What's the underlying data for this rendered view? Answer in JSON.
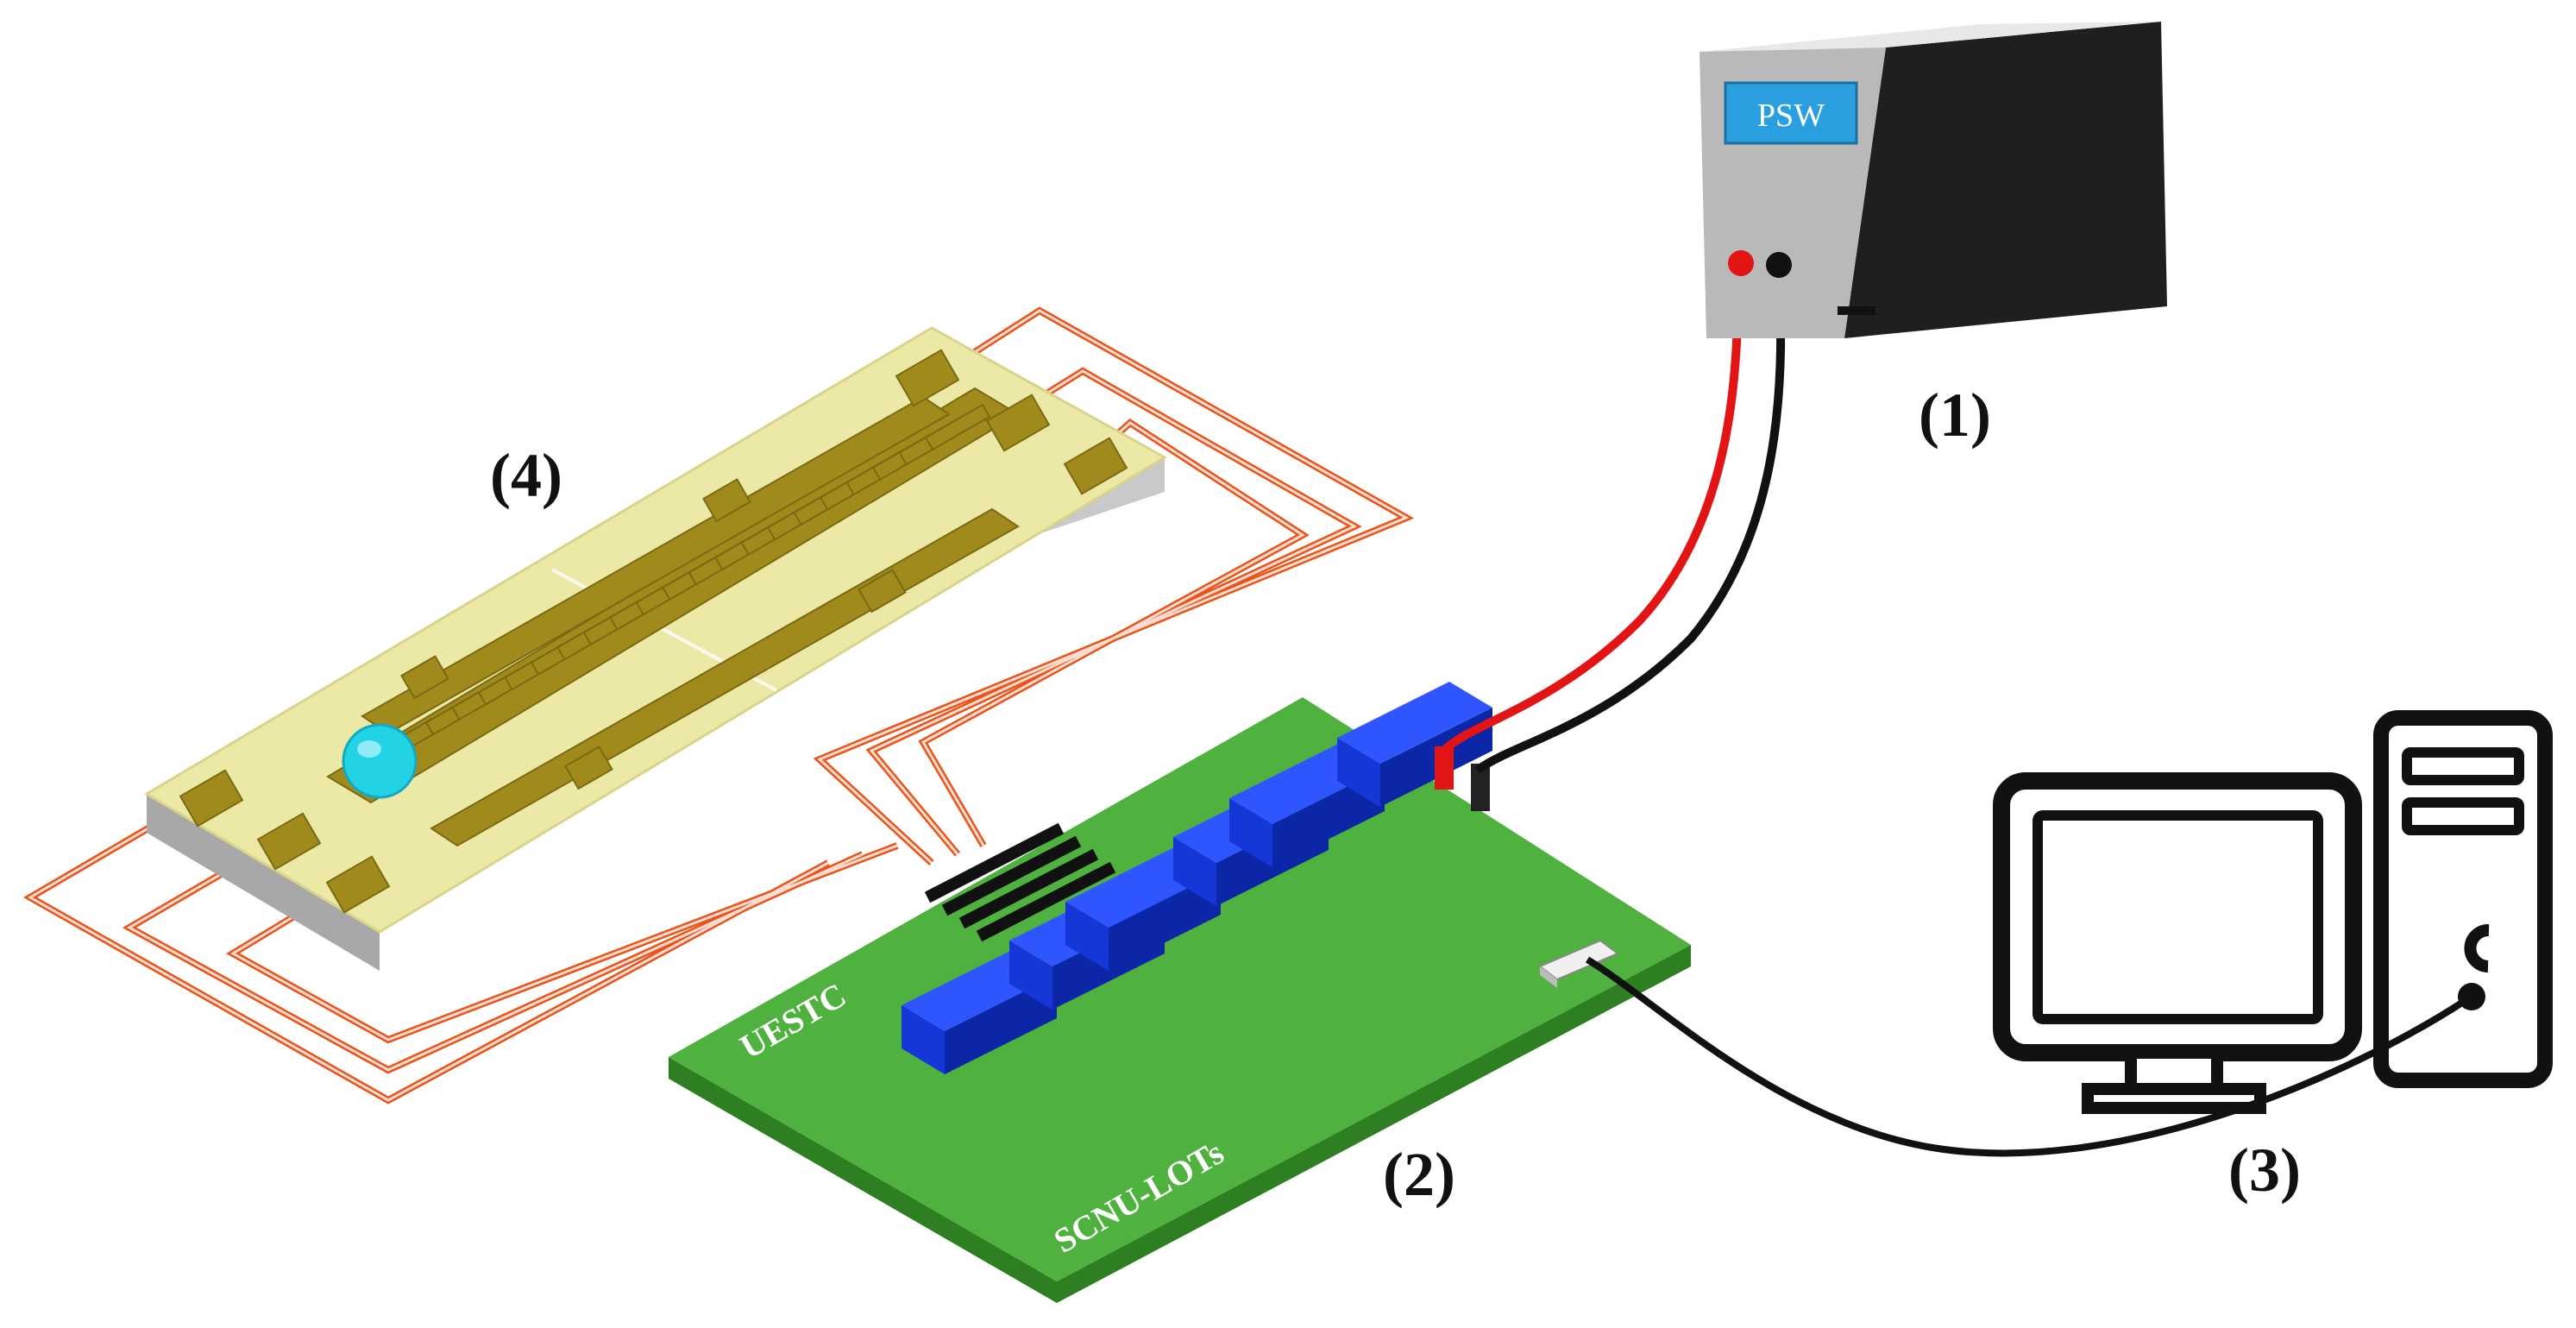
{
  "labels": {
    "power_supply": "(1)",
    "circuit_board": "(2)",
    "computer": "(3)",
    "chip": "(4)"
  },
  "power_supply": {
    "display_text": "PSW"
  },
  "circuit_board": {
    "text_top": "UESTC",
    "text_bottom": "SCNU-LOTs"
  },
  "colors": {
    "board": "#4fb23f",
    "board_side": "#2e7e22",
    "relay": "#1537d8",
    "trace": "#e8541a",
    "chip_substrate": "#ece8a6",
    "electrode": "#a08a1c",
    "droplet": "#22d3e6",
    "psu_front": "#b9b9b9",
    "psu_body": "#1f1f1f",
    "psu_display": "#2a9fdf",
    "wire_red": "#e31414",
    "wire_black": "#111111"
  }
}
